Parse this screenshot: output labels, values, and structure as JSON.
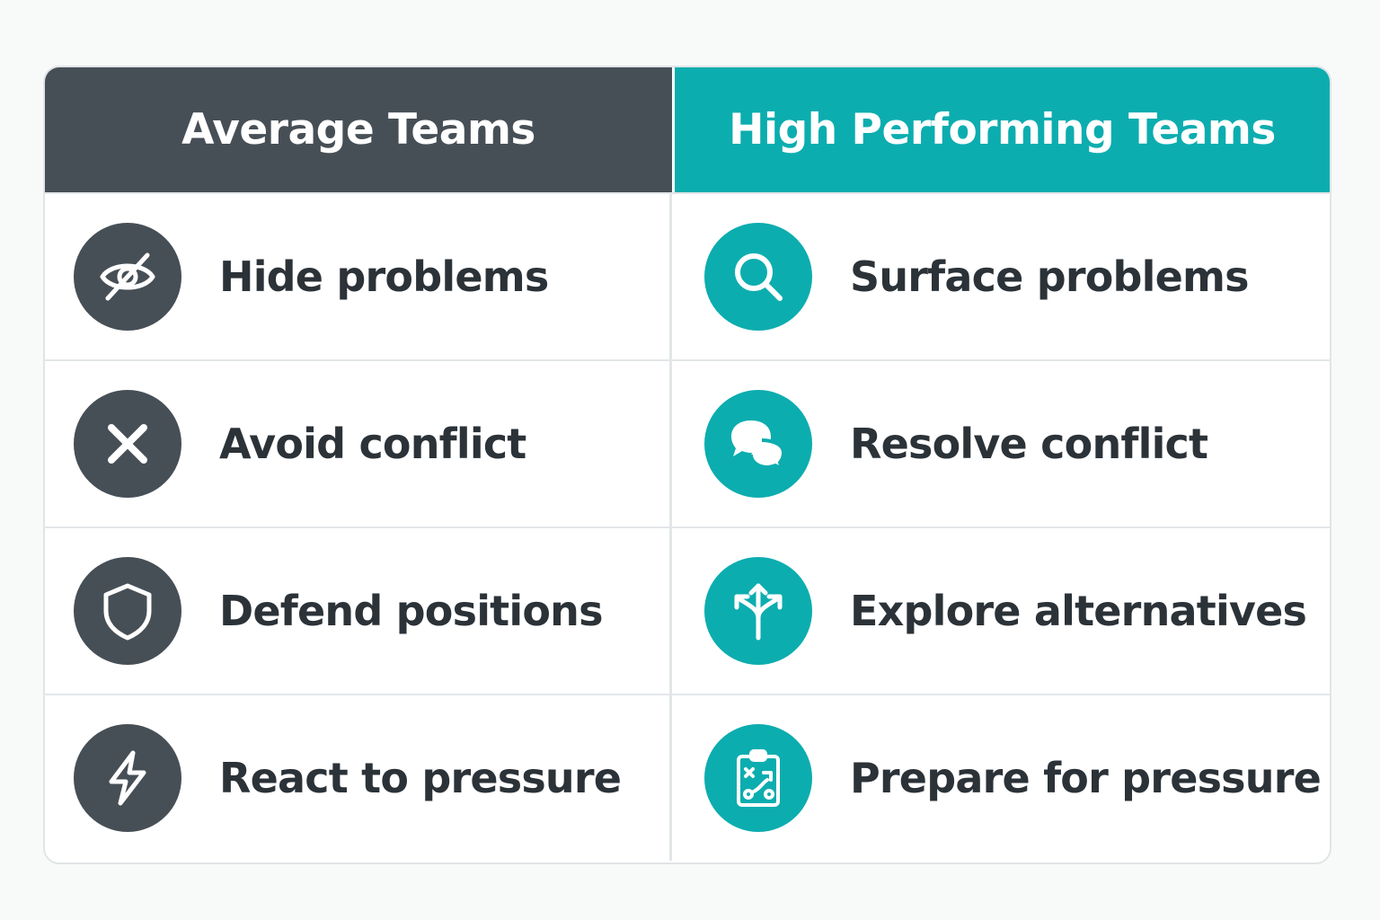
{
  "columns": {
    "left_title": "Average Teams",
    "right_title": "High Performing Teams"
  },
  "colors": {
    "average_header": "#474f56",
    "high_header": "#0cadaf",
    "text": "#2b3238"
  },
  "rows": [
    {
      "average": {
        "label": "Hide problems",
        "icon": "eye-slash-icon"
      },
      "high": {
        "label": "Surface problems",
        "icon": "magnifier-icon"
      }
    },
    {
      "average": {
        "label": "Avoid conflict",
        "icon": "x-icon"
      },
      "high": {
        "label": "Resolve conflict",
        "icon": "chat-bubbles-icon"
      }
    },
    {
      "average": {
        "label": "Defend positions",
        "icon": "shield-icon"
      },
      "high": {
        "label": "Explore alternatives",
        "icon": "branching-arrows-icon"
      }
    },
    {
      "average": {
        "label": "React to pressure",
        "icon": "lightning-icon"
      },
      "high": {
        "label": "Prepare for pressure",
        "icon": "clipboard-plan-icon"
      }
    }
  ]
}
